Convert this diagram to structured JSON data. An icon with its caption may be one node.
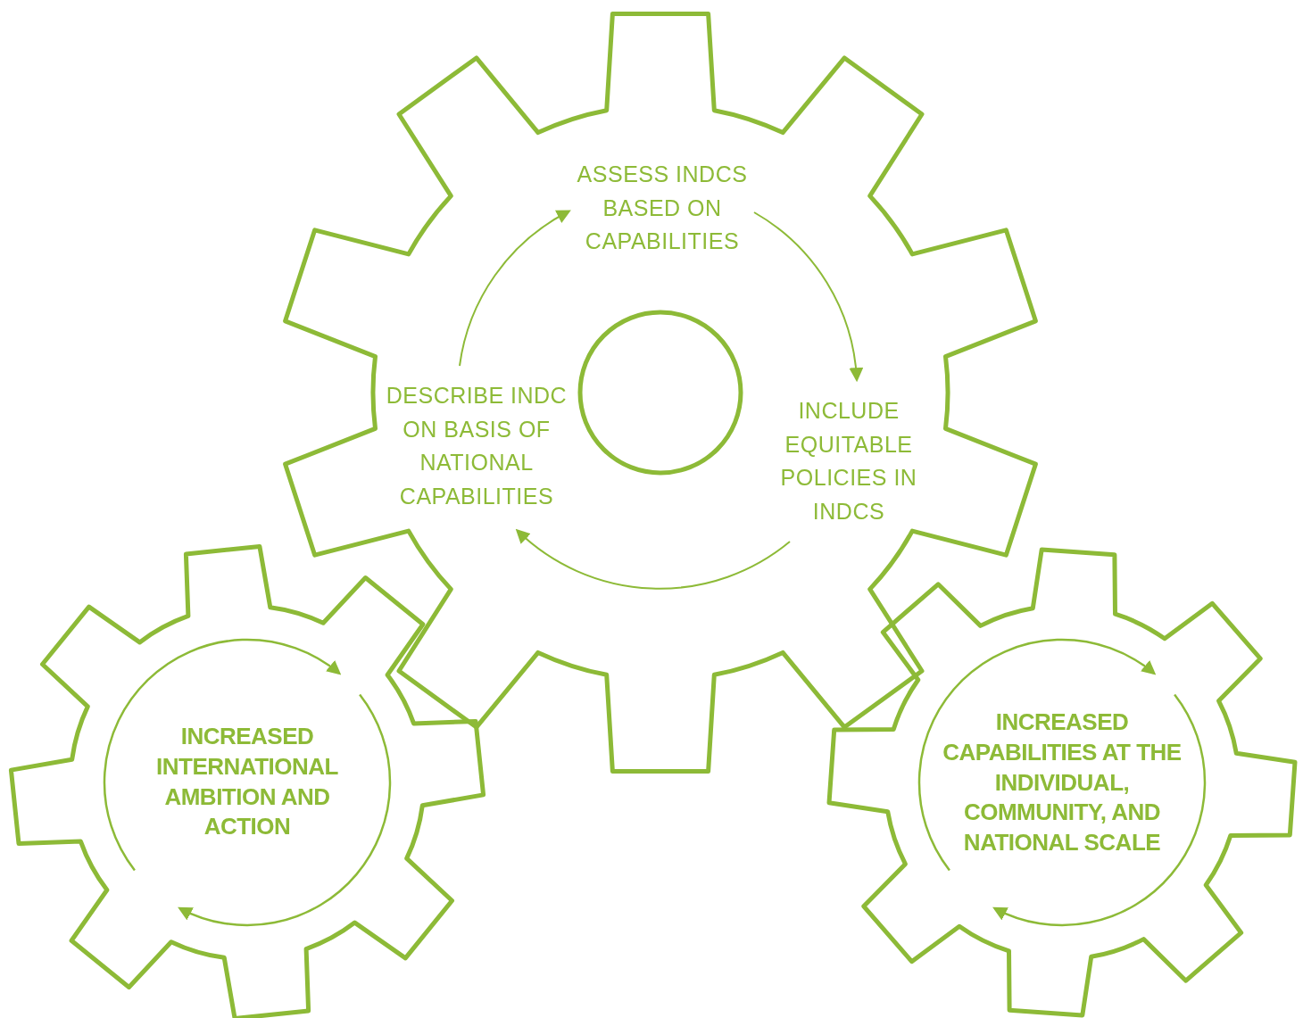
{
  "diagram": {
    "nodes": [
      {
        "text": [],
        "shape": "gear"
      },
      {
        "text": [
          "ASSESS INDCS BASED ON CAPABILITIES"
        ],
        "in": 0
      },
      {
        "text": [
          "INCLUDE EQUITABLE POLICIES IN INDCS"
        ],
        "in": 0
      },
      {
        "text": [
          "DESCRIBE INDC ON BASIS OF NATIONAL CAPABILITIES"
        ],
        "in": 0
      },
      {
        "text": [
          "INCREASED INTERNATIONAL AMBITION AND ACTION"
        ]
      },
      {
        "text": [
          "INCREASED CAPABILITIES AT THE INDIVIDUAL, COMMUNITY, AND NATIONAL SCALE"
        ]
      }
    ],
    "edges": [
      {
        "from": 1,
        "to": 2,
        "arrow": "to"
      },
      {
        "from": 2,
        "to": 3,
        "arrow": "to"
      },
      {
        "from": 3,
        "to": 1,
        "arrow": "to"
      }
    ]
  }
}
